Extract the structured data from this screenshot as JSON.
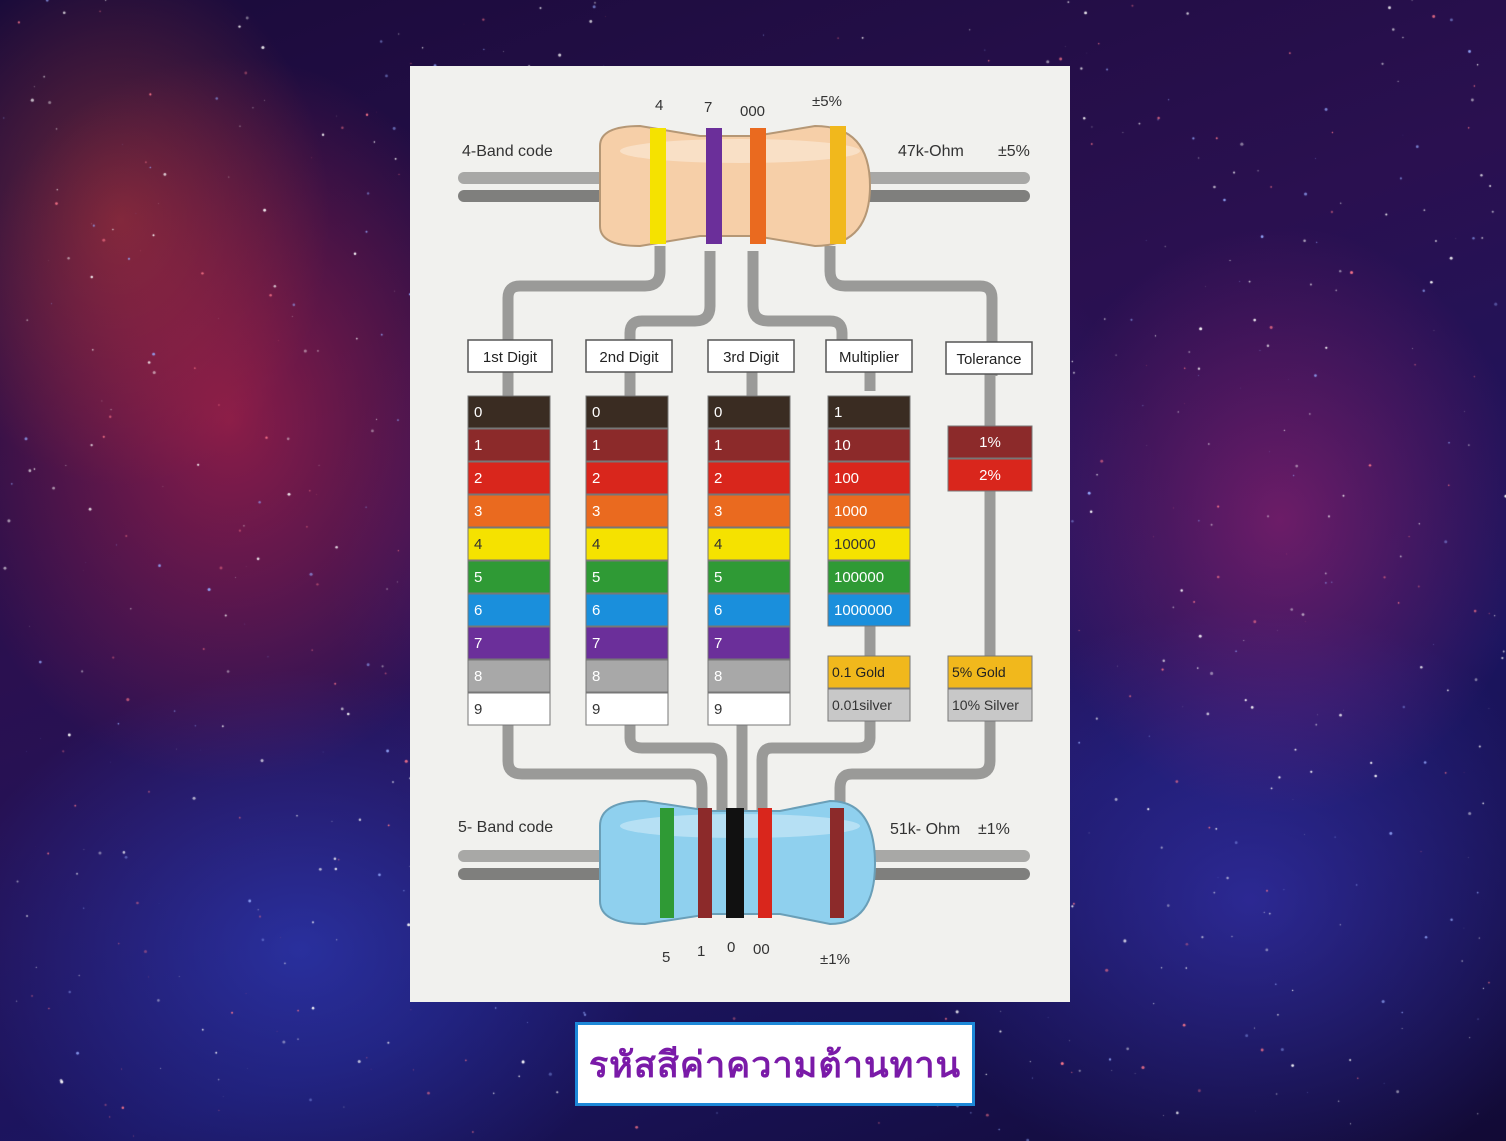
{
  "caption": "รหัสสีค่าความต้านทาน",
  "four_band": {
    "label": "4-Band code",
    "value": "47k-Ohm",
    "tolerance": "±5%",
    "digits": [
      "4",
      "7",
      "000",
      "±5%"
    ]
  },
  "five_band": {
    "label": "5- Band code",
    "value": "51k- Ohm",
    "tolerance": "±1%",
    "digits": [
      "5",
      "1",
      "0",
      "00",
      "±1%"
    ]
  },
  "headers": [
    "1st Digit",
    "2nd Digit",
    "3rd Digit",
    "Multiplier",
    "Tolerance"
  ],
  "digit_rows": [
    "0",
    "1",
    "2",
    "3",
    "4",
    "5",
    "6",
    "7",
    "8",
    "9"
  ],
  "multiplier_rows": [
    "1",
    "10",
    "100",
    "1000",
    "10000",
    "100000",
    "1000000"
  ],
  "multiplier_extra": [
    "0.1 Gold",
    "0.01silver"
  ],
  "tolerance_rows": [
    "1%",
    "2%"
  ],
  "tolerance_extra": [
    "5% Gold",
    "10% Silver"
  ],
  "colors": {
    "black": "#3a2c22",
    "brown": "#8c2a2a",
    "red": "#d9261c",
    "orange": "#ea6a1f",
    "yellow": "#f5e200",
    "green": "#2f9a35",
    "blue": "#1a8fdc",
    "violet": "#6b2f9a",
    "grey": "#a8a8a8",
    "white": "#ffffff",
    "gold": "#f1b81c",
    "silver": "#c8c8c8",
    "wire": "#9a9a98",
    "beige_body": "#f6cfa8",
    "blue_body": "#8fd0ee",
    "panel": "#f1f1ee"
  },
  "icons": [
    "resistor-4band-icon",
    "resistor-5band-icon"
  ]
}
